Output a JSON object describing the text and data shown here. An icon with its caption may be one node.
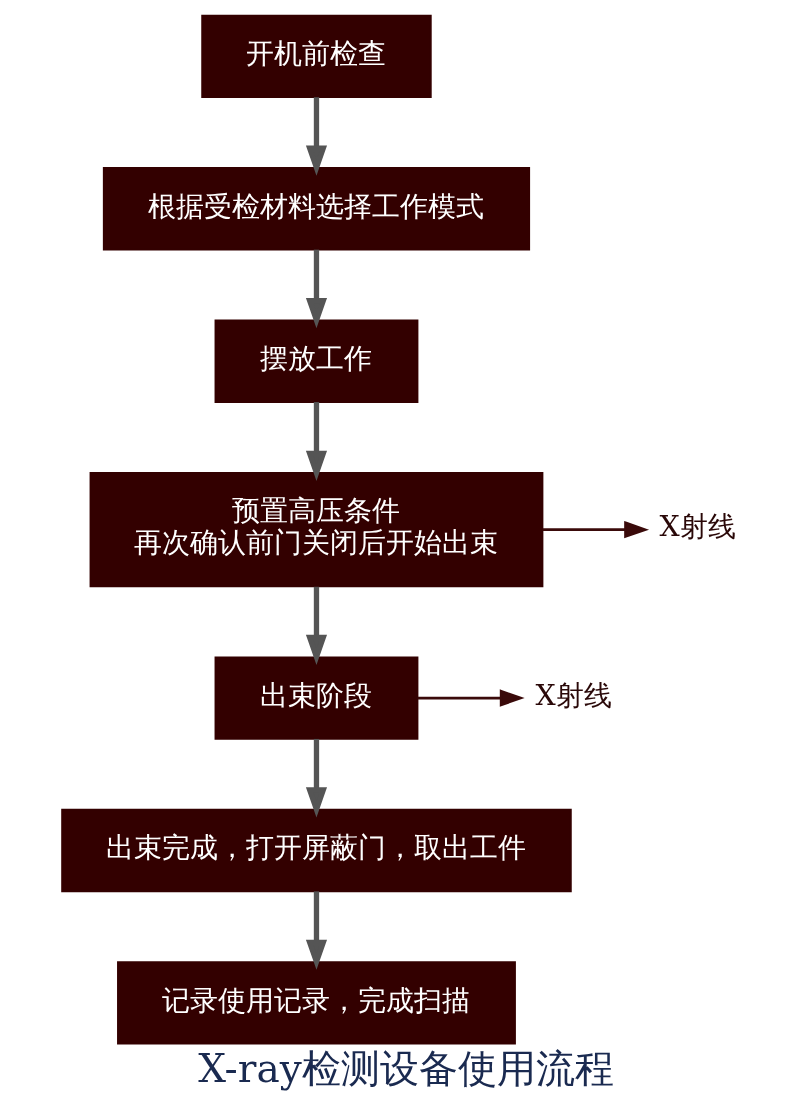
{
  "diagram": {
    "caption": "X-ray检测设备使用流程",
    "nodes": [
      {
        "text": [
          "开机前检查"
        ]
      },
      {
        "text": [
          "根据受检材料选择工作模式"
        ]
      },
      {
        "text": [
          "摆放工作"
        ]
      },
      {
        "text": [
          "预置高压条件",
          "再次确认前门关闭后开始出束"
        ]
      },
      {
        "text": [
          "X射线"
        ]
      },
      {
        "text": [
          "出束阶段"
        ]
      },
      {
        "text": [
          "X射线"
        ]
      },
      {
        "text": [
          "出束完成，打开屏蔽门，取出工件"
        ]
      },
      {
        "text": [
          "记录使用记录，完成扫描"
        ]
      }
    ],
    "edges": [
      {
        "from": 0,
        "to": 1,
        "arrow": "to"
      },
      {
        "from": 1,
        "to": 2,
        "arrow": "to"
      },
      {
        "from": 2,
        "to": 3,
        "arrow": "to"
      },
      {
        "from": 3,
        "to": 4,
        "arrow": "to",
        "color": "#3a0a0a"
      },
      {
        "from": 3,
        "to": 5,
        "arrow": "to"
      },
      {
        "from": 5,
        "to": 6,
        "arrow": "to",
        "color": "#3a0a0a"
      },
      {
        "from": 5,
        "to": 7,
        "arrow": "to"
      },
      {
        "from": 7,
        "to": 8,
        "arrow": "to"
      }
    ]
  }
}
